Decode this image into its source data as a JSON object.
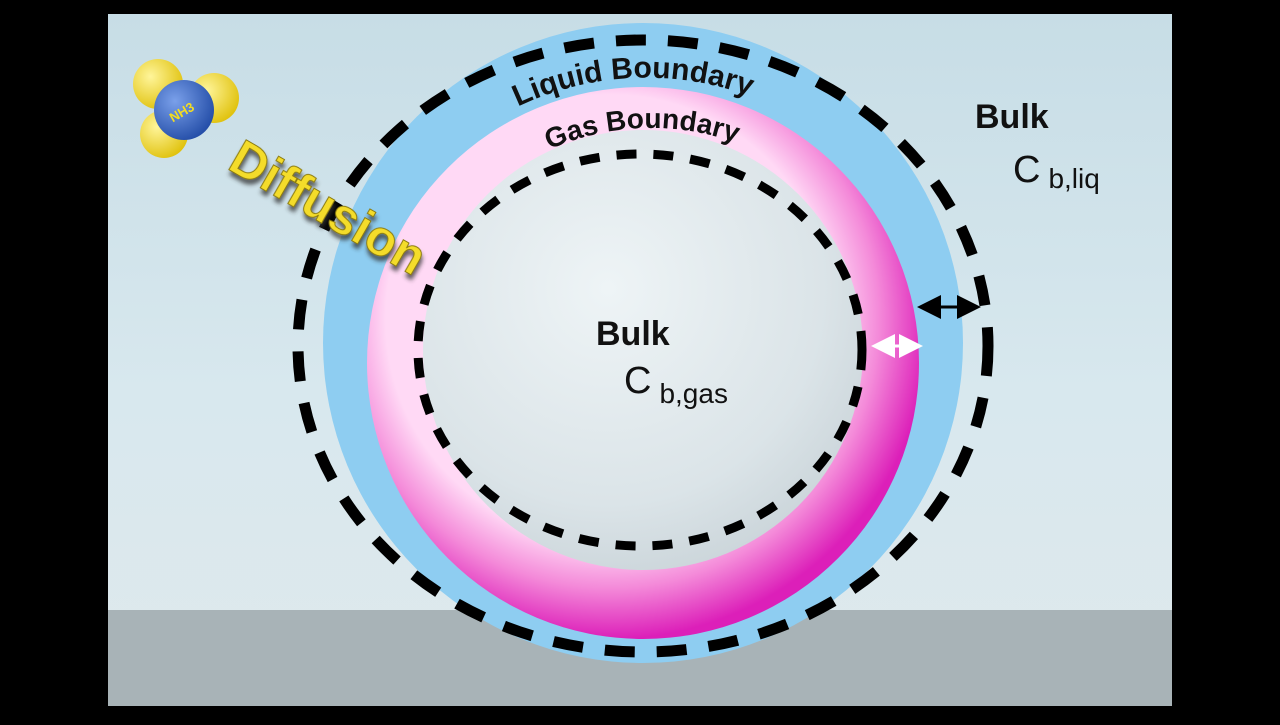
{
  "molecule": {
    "formula": "NH3"
  },
  "labels": {
    "diffusion": "Diffusion",
    "liquid_boundary": "Liquid Boundary",
    "gas_boundary": "Gas Boundary",
    "bulk_liquid": "Bulk",
    "c_liq_symbol": "C",
    "c_liq_sub": "b,liq",
    "bulk_gas": "Bulk",
    "c_gas_symbol": "C",
    "c_gas_sub": "b,gas"
  },
  "colors": {
    "background": "#cfe3ea",
    "floor": "#a7b2b6",
    "liquid_film": "#8ccdf2",
    "gas_film": "#e633c4",
    "bubble_core": "#dde6ea",
    "diffusion_text": "#f4dc2c",
    "molecule_yellow": "#f2dc22",
    "molecule_blue": "#3a67c6"
  }
}
